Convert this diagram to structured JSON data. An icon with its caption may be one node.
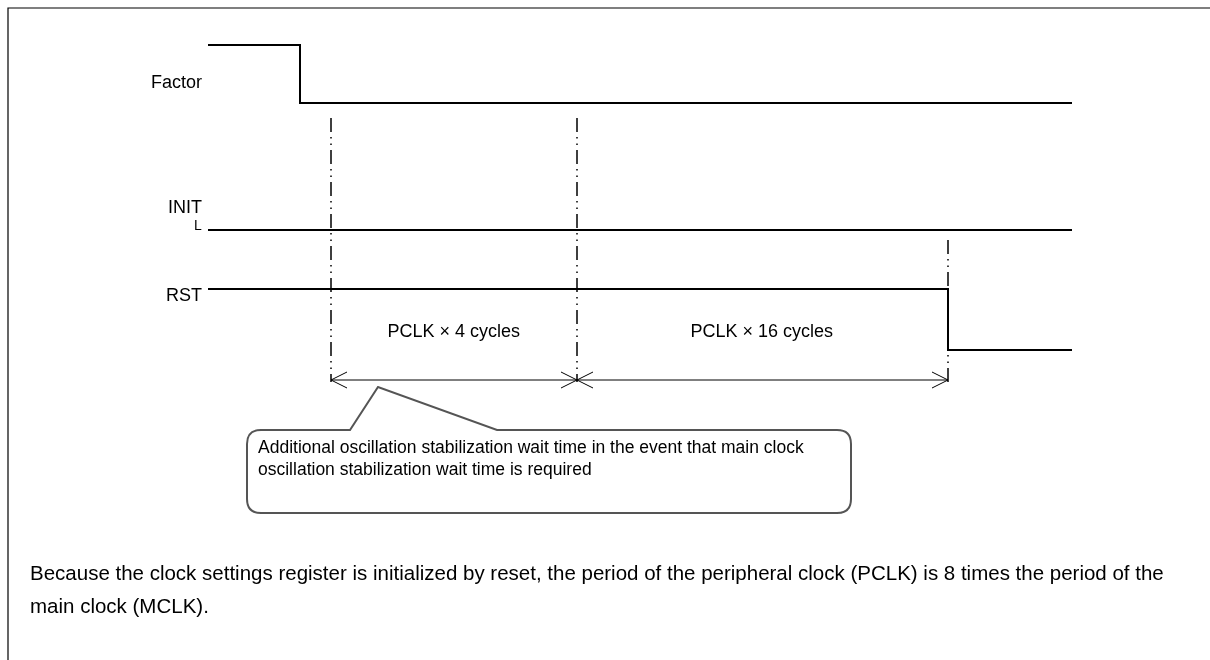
{
  "diagram": {
    "caption": "Because the clock settings register is initialized by reset, the period of the peripheral clock (PCLK) is 8 times the period of the main clock (MCLK).",
    "nodes": [
      {
        "text": [
          "Additional oscillation stabilization wait time in the event that main clock oscillation stabilization wait time is required"
        ]
      }
    ],
    "labels": [
      "Factor",
      "INIT",
      "L",
      "RST",
      "PCLK × 4 cycles",
      "PCLK × 16 cycles"
    ]
  }
}
